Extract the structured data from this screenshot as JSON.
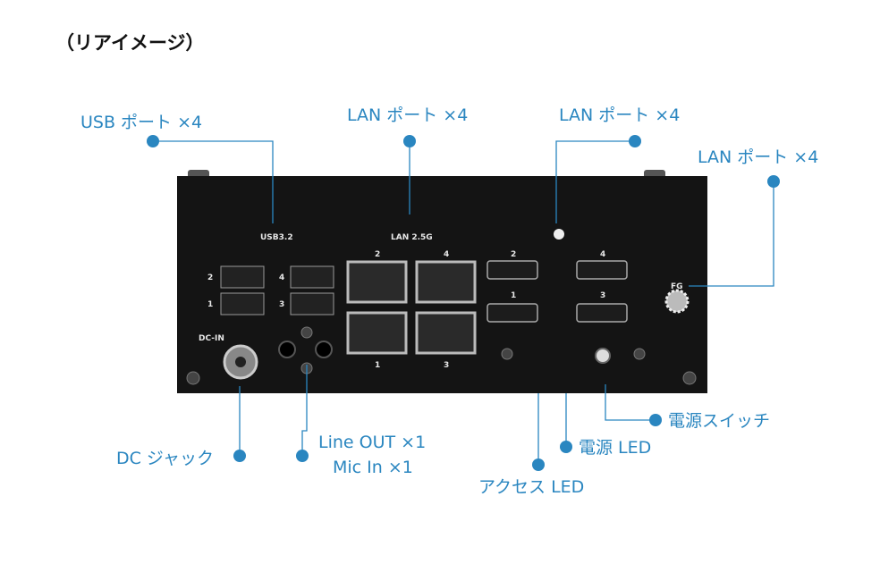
{
  "title": "（リアイメージ）",
  "callouts": {
    "usb": "USB ポート ×4",
    "lan": "LAN ポート ×4",
    "display": "LAN ポート ×4",
    "fg": "LAN ポート ×4",
    "dc": "DC ジャック",
    "audio_line1": "Line OUT ×1",
    "audio_line2": "Mic In ×1",
    "access_led": "アクセス LED",
    "power_led": "電源 LED",
    "power_switch": "電源スイッチ"
  },
  "panel": {
    "usb_label": "USB3.2",
    "lan_label": "LAN 2.5G",
    "dc_label": "DC-IN",
    "fg_label": "FG",
    "usb_ports": [
      "2",
      "1",
      "4",
      "3"
    ],
    "lan_ports": [
      "2",
      "4",
      "1",
      "3"
    ],
    "display_ports": [
      "2",
      "1",
      "4",
      "3"
    ]
  },
  "colors": {
    "accent": "#2a86c0",
    "panel": "#141414"
  }
}
